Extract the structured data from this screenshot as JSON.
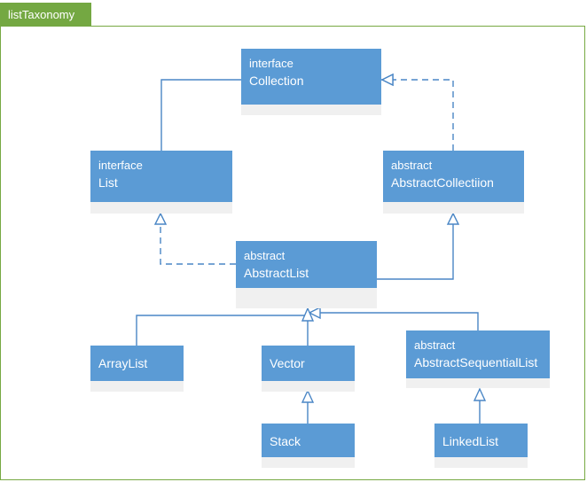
{
  "tab": {
    "label": "listTaxonomy"
  },
  "theme": {
    "node_fill": "#5b9bd5",
    "node_footer": "#f0f0f0",
    "connector": "#4a86c5",
    "tab_fill": "#74a842",
    "frame_border": "#77a943",
    "node_text": "#ffffff",
    "canvas": "#ffffff"
  },
  "diagram": {
    "type": "uml-class-diagram",
    "nodes": [
      {
        "id": "collection",
        "stereotype": "interface",
        "name": "Collection"
      },
      {
        "id": "list",
        "stereotype": "interface",
        "name": "List"
      },
      {
        "id": "abscoll",
        "stereotype": "abstract",
        "name": "AbstractCollectiion"
      },
      {
        "id": "abslist",
        "stereotype": "abstract",
        "name": "AbstractList"
      },
      {
        "id": "arraylist",
        "stereotype": "",
        "name": "ArrayList"
      },
      {
        "id": "vector",
        "stereotype": "",
        "name": "Vector"
      },
      {
        "id": "absseq",
        "stereotype": "abstract",
        "name": "AbstractSequentialList"
      },
      {
        "id": "stack",
        "stereotype": "",
        "name": "Stack"
      },
      {
        "id": "linkedlist",
        "stereotype": "",
        "name": "LinkedList"
      }
    ],
    "edges": [
      {
        "from": "list",
        "to": "collection",
        "style": "solid",
        "arrow": "hollow-triangle",
        "kind": "generalization"
      },
      {
        "from": "abscoll",
        "to": "collection",
        "style": "dashed",
        "arrow": "hollow-triangle",
        "kind": "realization"
      },
      {
        "from": "abslist",
        "to": "list",
        "style": "dashed",
        "arrow": "hollow-triangle",
        "kind": "realization"
      },
      {
        "from": "abslist",
        "to": "abscoll",
        "style": "solid",
        "arrow": "hollow-triangle",
        "kind": "generalization"
      },
      {
        "from": "arraylist",
        "to": "abslist",
        "style": "solid",
        "arrow": "hollow-triangle",
        "kind": "generalization"
      },
      {
        "from": "vector",
        "to": "abslist",
        "style": "solid",
        "arrow": "hollow-triangle",
        "kind": "generalization"
      },
      {
        "from": "absseq",
        "to": "abslist",
        "style": "solid",
        "arrow": "hollow-triangle",
        "kind": "generalization"
      },
      {
        "from": "stack",
        "to": "vector",
        "style": "solid",
        "arrow": "hollow-triangle",
        "kind": "generalization"
      },
      {
        "from": "linkedlist",
        "to": "absseq",
        "style": "solid",
        "arrow": "hollow-triangle",
        "kind": "generalization"
      }
    ]
  }
}
